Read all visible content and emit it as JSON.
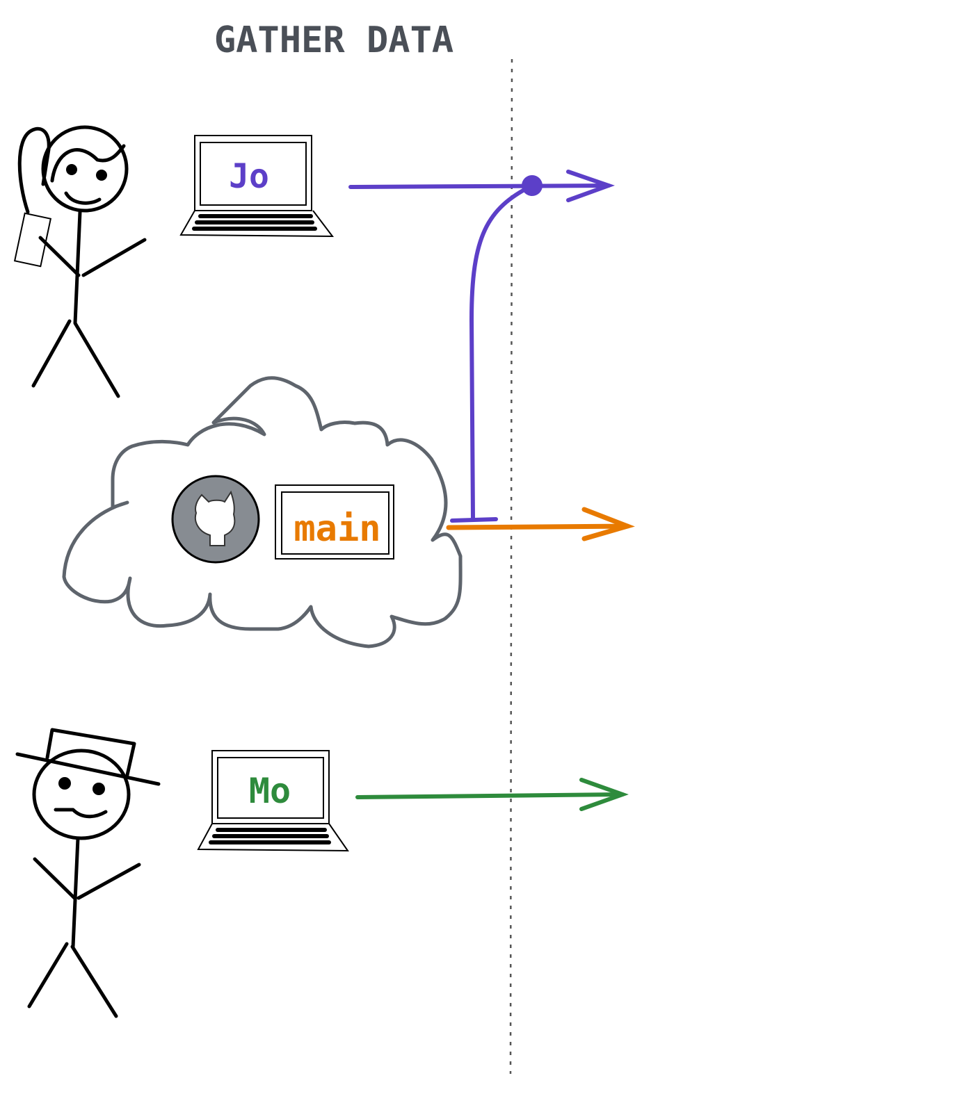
{
  "title": "GATHER DATA",
  "people": [
    {
      "laptop_label": "Jo",
      "color": "#5c3fc8"
    },
    {
      "laptop_label": "Mo",
      "color": "#2e8b3c"
    }
  ],
  "remote": {
    "branch_label": "main",
    "color": "#e87a00",
    "icon": "github-octocat-icon"
  },
  "colors": {
    "title": "#4a4f57",
    "cloud": "#5e646c",
    "divider": "#555555"
  }
}
